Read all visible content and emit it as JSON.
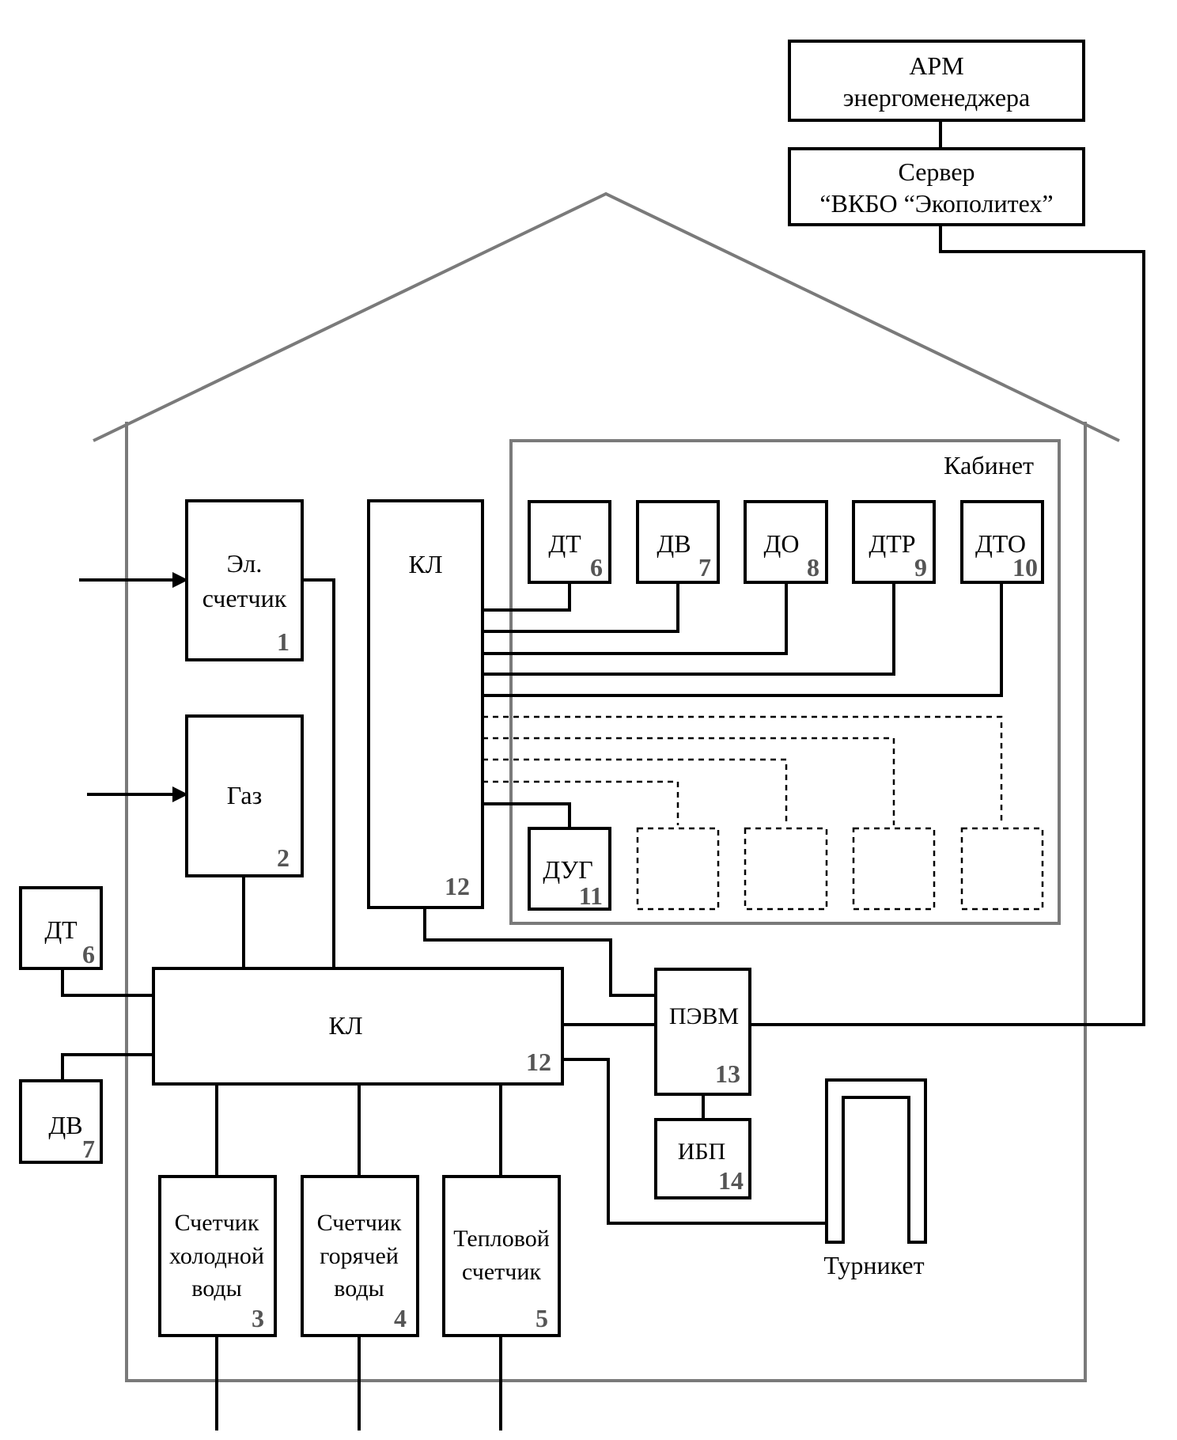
{
  "arm": {
    "line1": "АРМ",
    "line2": "энергоменеджера"
  },
  "server": {
    "line1": "Сервер",
    "line2": "“ВКБО “Экополитех”"
  },
  "cabinet": {
    "title": "Кабинет"
  },
  "el_meter": {
    "line1": "Эл.",
    "line2": "счетчик",
    "num": "1"
  },
  "gas": {
    "label": "Газ",
    "num": "2"
  },
  "kl_top": {
    "label": "КЛ",
    "num": "12"
  },
  "kl_main": {
    "label": "КЛ",
    "num": "12"
  },
  "sensors": [
    {
      "label": "ДТ",
      "num": "6"
    },
    {
      "label": "ДВ",
      "num": "7"
    },
    {
      "label": "ДО",
      "num": "8"
    },
    {
      "label": "ДТР",
      "num": "9"
    },
    {
      "label": "ДТО",
      "num": "10"
    }
  ],
  "dug": {
    "label": "ДУГ",
    "num": "11"
  },
  "dt_out": {
    "label": "ДТ",
    "num": "6"
  },
  "dv_out": {
    "label": "ДВ",
    "num": "7"
  },
  "pc": {
    "label": "ПЭВМ",
    "num": "13"
  },
  "ups": {
    "label": "ИБП",
    "num": "14"
  },
  "turnstile": {
    "label": "Турникет"
  },
  "cold_meter": {
    "line1": "Счетчик",
    "line2": "холодной",
    "line3": "воды",
    "num": "3"
  },
  "hot_meter": {
    "line1": "Счетчик",
    "line2": "горячей",
    "line3": "воды",
    "num": "4"
  },
  "heat_meter": {
    "line1": "Тепловой",
    "line2": "счетчик",
    "num": "5"
  }
}
